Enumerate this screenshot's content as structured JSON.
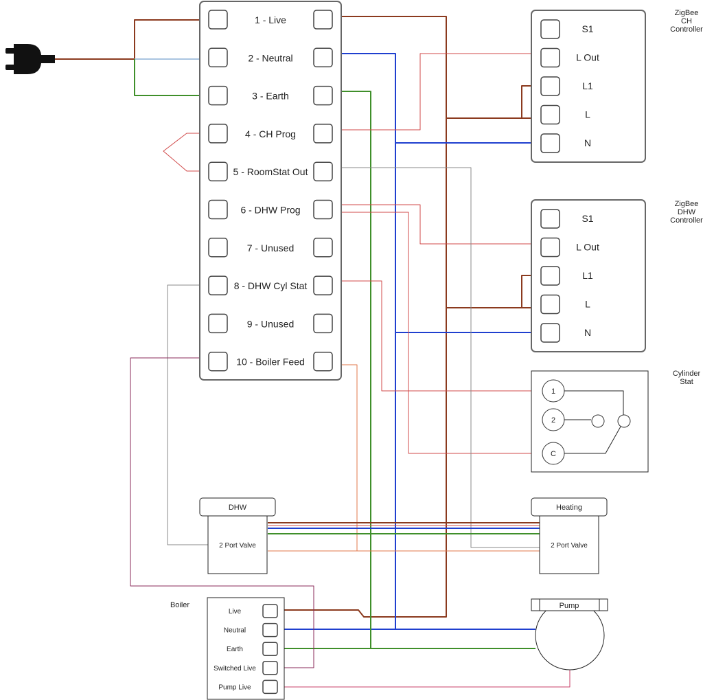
{
  "colors": {
    "live": "#8b3a1e",
    "neutral": "#1f3fcf",
    "earth": "#3f8f2a",
    "mains_neutral": "#a9c4e0",
    "switched_red": "#d04848",
    "grey": "#8a8a8a",
    "purple": "#8a2a5a",
    "orange": "#e0774a",
    "pink": "#c8406a"
  },
  "terminal_strip": {
    "labels": [
      "1 - Live",
      "2 - Neutral",
      "3 - Earth",
      "4 - CH Prog",
      "5 - RoomStat Out",
      "6 - DHW Prog",
      "7 - Unused",
      "8 - DHW Cyl Stat",
      "9 - Unused",
      "10 - Boiler Feed"
    ]
  },
  "ch_controller": {
    "title": "ZigBee\nCH\nController",
    "terminals": [
      "S1",
      "L Out",
      "L1",
      "L",
      "N"
    ]
  },
  "dhw_controller": {
    "title": "ZigBee\nDHW\nController",
    "terminals": [
      "S1",
      "L Out",
      "L1",
      "L",
      "N"
    ]
  },
  "cylinder_stat": {
    "title": "Cylinder\nStat",
    "terminals": [
      "1",
      "2",
      "C"
    ]
  },
  "dhw_valve": {
    "head": "DHW",
    "body": "2 Port Valve"
  },
  "heating_valve": {
    "head": "Heating",
    "body": "2 Port Valve"
  },
  "boiler": {
    "title": "Boiler",
    "terminals": [
      "Live",
      "Neutral",
      "Earth",
      "Switched Live",
      "Pump Live"
    ]
  },
  "pump": {
    "label": "Pump"
  },
  "plug": {
    "icon": "power-plug-icon"
  }
}
